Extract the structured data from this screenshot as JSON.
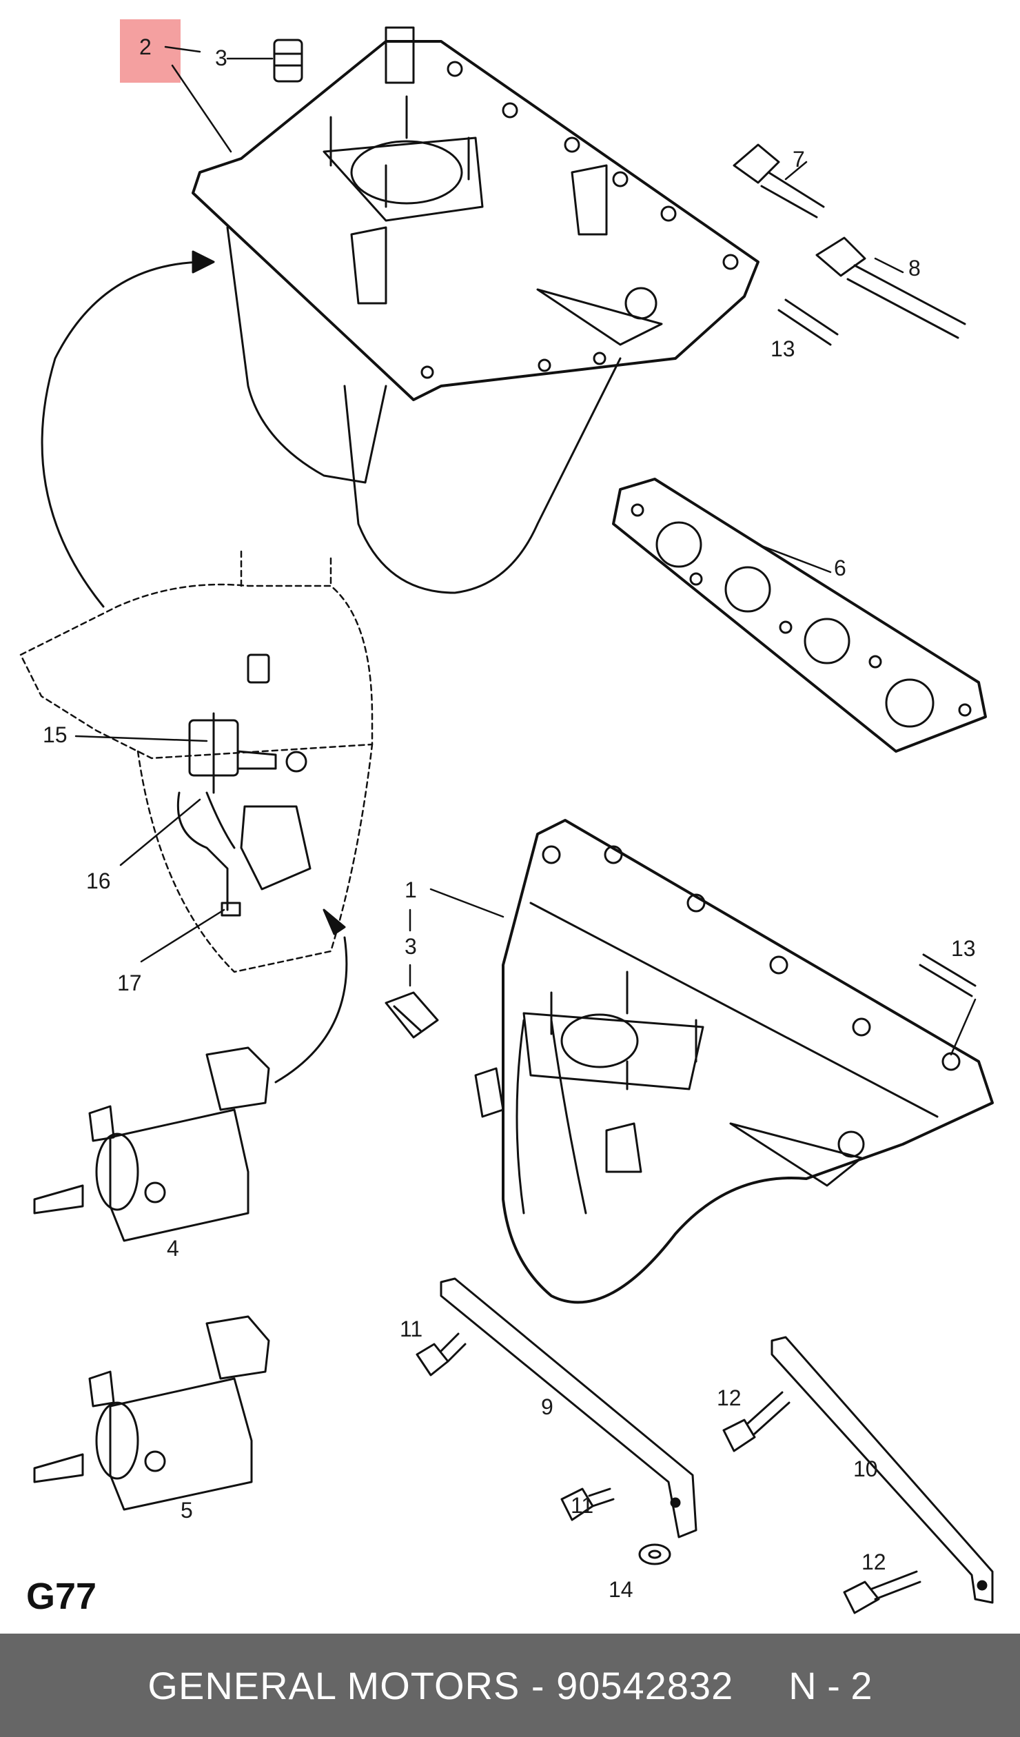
{
  "diagram_code": "G77",
  "highlighted_callout": "2",
  "callouts": {
    "c2": "2",
    "c3a": "3",
    "c7": "7",
    "c8": "8",
    "c13a": "13",
    "c6": "6",
    "c15": "15",
    "c16": "16",
    "c17": "17",
    "c1": "1",
    "c3b": "3",
    "c13b": "13",
    "c4": "4",
    "c11a": "11",
    "c9": "9",
    "c12a": "12",
    "c10": "10",
    "c5": "5",
    "c11b": "11",
    "c14": "14",
    "c12b": "12"
  },
  "footer": {
    "part_text": "GENERAL MOTORS - 90542832",
    "sheet": "N - 2"
  },
  "colors": {
    "footer_bg": "#666666",
    "highlight": "#f4a0a0",
    "line": "#111111"
  }
}
